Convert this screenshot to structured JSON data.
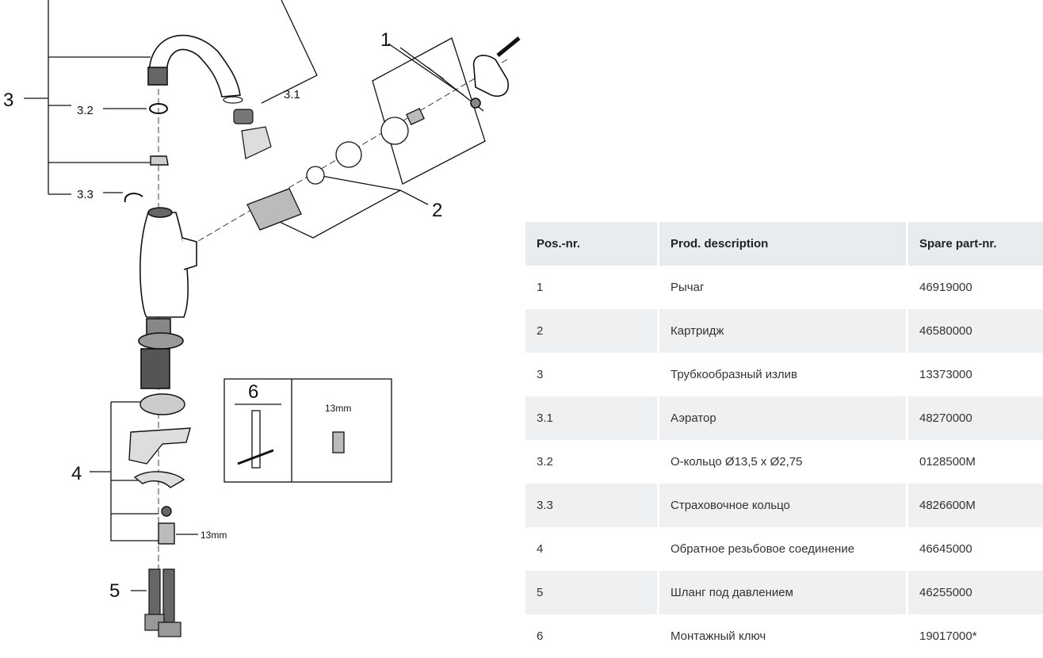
{
  "callouts": {
    "p1": "1",
    "p2": "2",
    "p3": "3",
    "p31": "3.1",
    "p32": "3.2",
    "p33": "3.3",
    "p4": "4",
    "p5": "5",
    "p6": "6",
    "wrench_size": "13mm",
    "nut_size": "13mm"
  },
  "table": {
    "headers": [
      "Pos.-nr.",
      "Prod. description",
      "Spare part-nr."
    ],
    "rows": [
      {
        "pos": "1",
        "desc": "Рычаг",
        "part": "46919000"
      },
      {
        "pos": "2",
        "desc": "Картридж",
        "part": "46580000"
      },
      {
        "pos": "3",
        "desc": "Трубкообразный излив",
        "part": "13373000"
      },
      {
        "pos": "3.1",
        "desc": "Аэратор",
        "part": "48270000"
      },
      {
        "pos": "3.2",
        "desc": "О-кольцо Ø13,5 x Ø2,75",
        "part": "0128500M"
      },
      {
        "pos": "3.3",
        "desc": "Страховочное кольцо",
        "part": "4826600M"
      },
      {
        "pos": "4",
        "desc": "Обратное резьбовое соединение",
        "part": "46645000"
      },
      {
        "pos": "5",
        "desc": "Шланг под давлением",
        "part": "46255000"
      },
      {
        "pos": "6",
        "desc": "Монтажный ключ",
        "part": "19017000*"
      }
    ]
  }
}
